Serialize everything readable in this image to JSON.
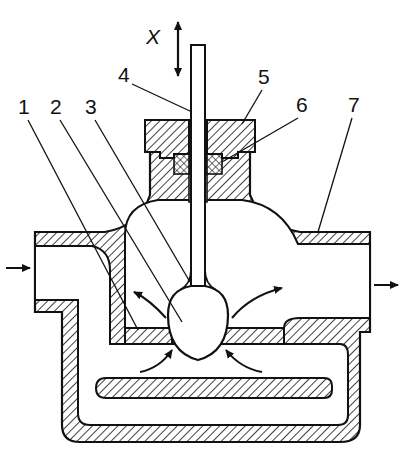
{
  "diagram": {
    "labels": [
      "X",
      "4",
      "5",
      "1",
      "2",
      "3",
      "6",
      "7"
    ]
  }
}
